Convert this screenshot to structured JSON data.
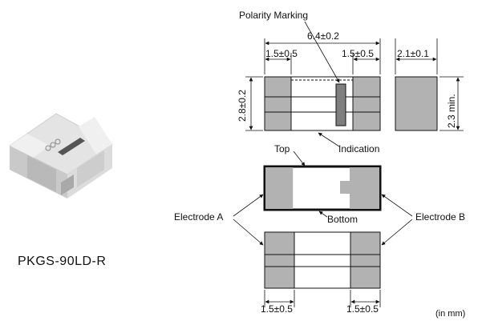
{
  "part_number": "PKGS-90LD-R",
  "labels": {
    "polarity_marking": "Polarity Marking",
    "length_dim": "6.4±0.2",
    "electrode_left_dim": "1.5±0.5",
    "electrode_right_dim": "1.5±0.5",
    "side_width_dim": "2.1±0.1",
    "height_dim": "2.8±0.2",
    "side_height_dim": "2.3 min.",
    "indication": "Indication",
    "top": "Top",
    "bottom": "Bottom",
    "electrode_a": "Electrode A",
    "electrode_b": "Electrode B",
    "bottom_left_dim": "1.5±0.5",
    "bottom_right_dim": "1.5±0.5",
    "units": "(in mm)"
  },
  "colors": {
    "electrode_gray": "#b2b2b2",
    "marking_gray": "#7f7f7f",
    "outline": "#111111"
  }
}
